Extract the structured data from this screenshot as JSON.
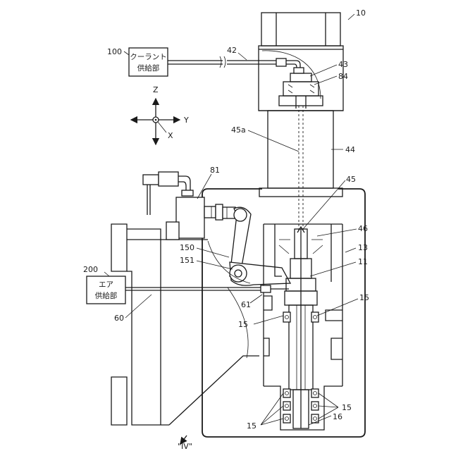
{
  "labels": {
    "l10": "10",
    "l100": "100",
    "l42": "42",
    "l43": "43",
    "l84": "84",
    "l45a": "45a",
    "l44": "44",
    "l81": "81",
    "l45": "45",
    "l46": "46",
    "l13": "13",
    "l150": "150",
    "l151": "151",
    "l11": "11",
    "l200": "200",
    "l61": "61",
    "l15a": "15",
    "l15b": "15",
    "l60": "60",
    "l15c": "15",
    "l15d": "15",
    "l16": "16",
    "section": "\"IV\""
  },
  "boxes": {
    "coolant_line1": "クーラント",
    "coolant_line2": "供給部",
    "air_line1": "エア",
    "air_line2": "供給部"
  },
  "axes": {
    "z": "Z",
    "y": "Y",
    "x": "X"
  }
}
